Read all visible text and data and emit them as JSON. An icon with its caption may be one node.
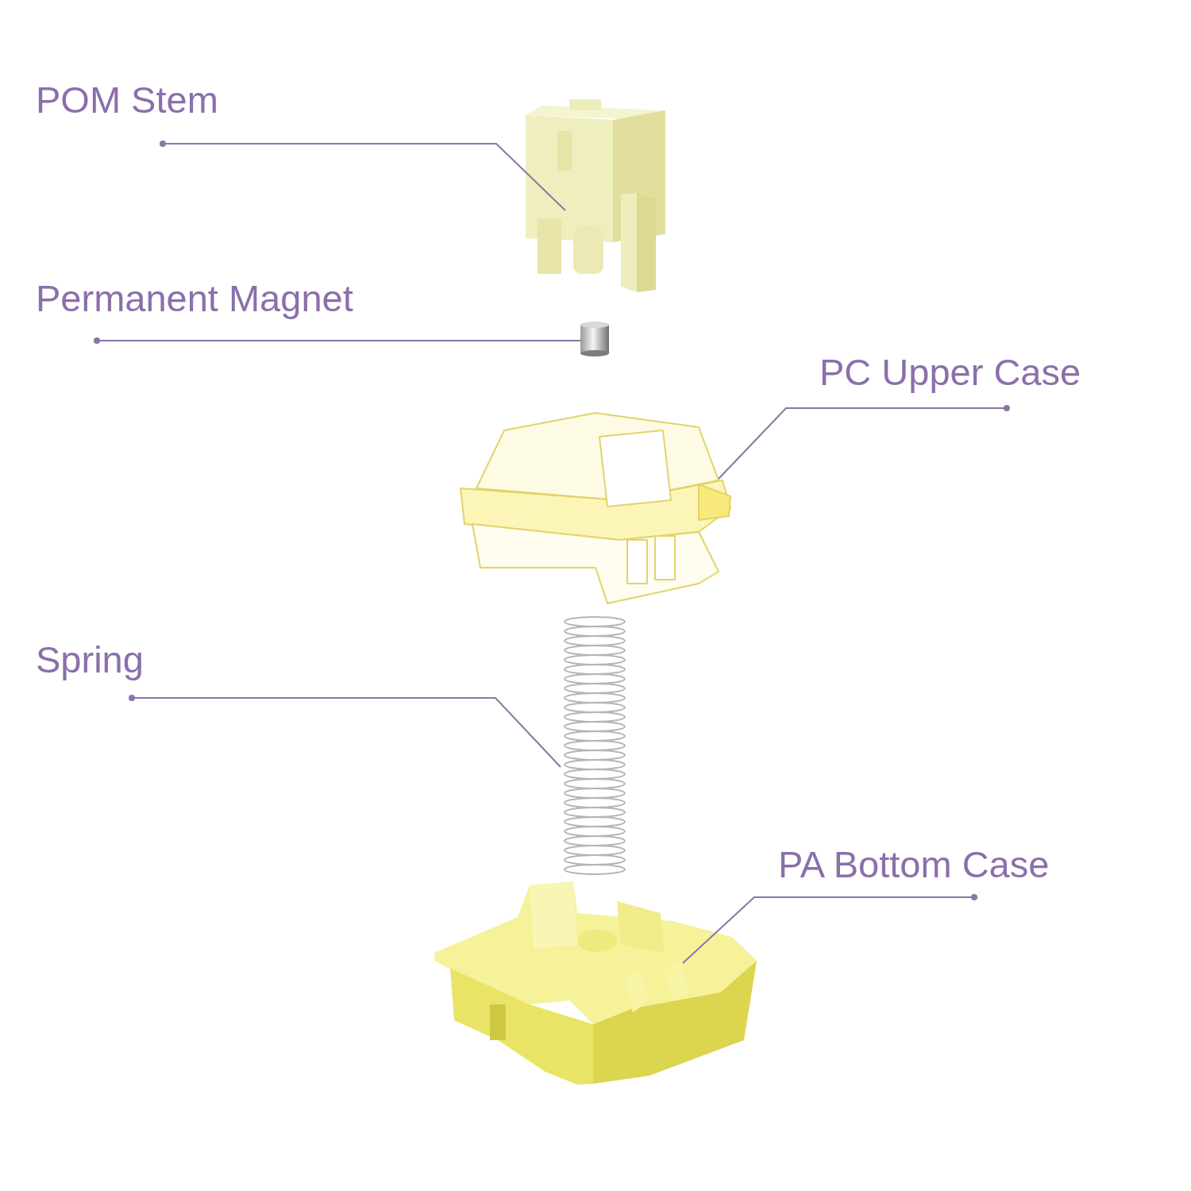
{
  "diagram": {
    "nodes": [
      {
        "text": [
          "POM Stem"
        ]
      },
      {
        "text": [],
        "shape": "picture"
      },
      {
        "text": [
          "Permanent Magnet"
        ]
      },
      {
        "text": [],
        "shape": "picture"
      },
      {
        "text": [
          "PC Upper Case"
        ]
      },
      {
        "text": [],
        "shape": "picture"
      },
      {
        "text": [
          "Spring"
        ]
      },
      {
        "text": [],
        "shape": "picture"
      },
      {
        "text": [
          "PA Bottom Case"
        ]
      },
      {
        "text": [],
        "shape": "picture"
      }
    ],
    "edges": [
      {
        "from": 0,
        "to": 1,
        "arrow": "other"
      },
      {
        "from": 2,
        "to": 3,
        "arrow": "other"
      },
      {
        "from": 4,
        "to": 5,
        "arrow": "other"
      },
      {
        "from": 6,
        "to": 7,
        "arrow": "other"
      },
      {
        "from": 8,
        "to": 9,
        "arrow": "other"
      }
    ]
  }
}
